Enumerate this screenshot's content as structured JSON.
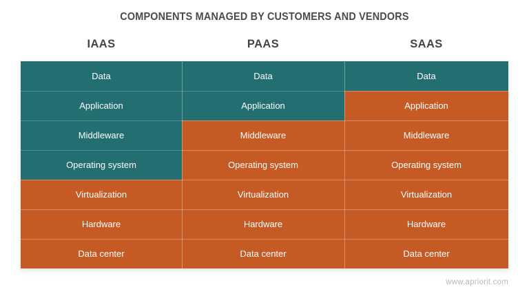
{
  "title": "COMPONENTS MANAGED BY CUSTOMERS AND VENDORS",
  "footer": "www.apriorit.com",
  "colors": {
    "vendor_managed": "#226e70",
    "customer_managed": "#c55a24",
    "title_text": "#4b4b4b",
    "header_text": "#444444",
    "cell_text": "#ffffff",
    "footer_text": "#b9b9b9",
    "background": "#ffffff"
  },
  "columns": [
    {
      "label": "IAAS"
    },
    {
      "label": "PAAS"
    },
    {
      "label": "SAAS"
    }
  ],
  "rows": [
    {
      "layer": "Data",
      "cells": [
        {
          "label": "Data",
          "owner": "vendor"
        },
        {
          "label": "Data",
          "owner": "vendor"
        },
        {
          "label": "Data",
          "owner": "vendor"
        }
      ]
    },
    {
      "layer": "Application",
      "cells": [
        {
          "label": "Application",
          "owner": "vendor"
        },
        {
          "label": "Application",
          "owner": "vendor"
        },
        {
          "label": "Application",
          "owner": "customer"
        }
      ]
    },
    {
      "layer": "Middleware",
      "cells": [
        {
          "label": "Middleware",
          "owner": "vendor"
        },
        {
          "label": "Middleware",
          "owner": "customer"
        },
        {
          "label": "Middleware",
          "owner": "customer"
        }
      ]
    },
    {
      "layer": "Operating system",
      "cells": [
        {
          "label": "Operating system",
          "owner": "vendor"
        },
        {
          "label": "Operating system",
          "owner": "customer"
        },
        {
          "label": "Operating system",
          "owner": "customer"
        }
      ]
    },
    {
      "layer": "Virtualization",
      "cells": [
        {
          "label": "Virtualization",
          "owner": "customer"
        },
        {
          "label": "Virtualization",
          "owner": "customer"
        },
        {
          "label": "Virtualization",
          "owner": "customer"
        }
      ]
    },
    {
      "layer": "Hardware",
      "cells": [
        {
          "label": "Hardware",
          "owner": "customer"
        },
        {
          "label": "Hardware",
          "owner": "customer"
        },
        {
          "label": "Hardware",
          "owner": "customer"
        }
      ]
    },
    {
      "layer": "Data center",
      "cells": [
        {
          "label": "Data center",
          "owner": "customer"
        },
        {
          "label": "Data center",
          "owner": "customer"
        },
        {
          "label": "Data center",
          "owner": "customer"
        }
      ]
    }
  ]
}
